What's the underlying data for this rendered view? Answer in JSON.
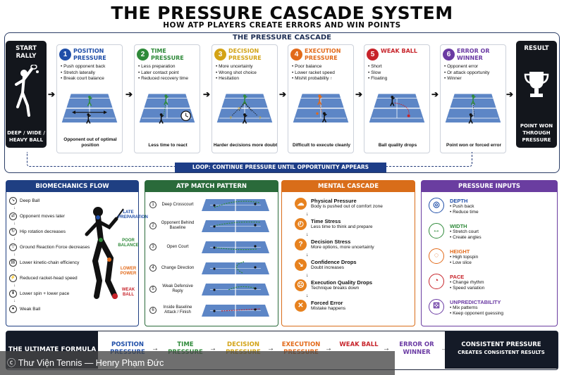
{
  "title": "THE PRESSURE CASCADE SYSTEM",
  "subtitle": "HOW ATP PLAYERS CREATE ERRORS AND WIN POINTS",
  "cascade_label": "THE PRESSURE CASCADE",
  "start": {
    "top": "START RALLY",
    "bottom": "DEEP / WIDE / HEAVY BALL"
  },
  "result": {
    "top": "RESULT",
    "bottom": "POINT WON THROUGH PRESSURE"
  },
  "stages": [
    {
      "num": "1",
      "title": "POSITION PRESSURE",
      "color": "#1f4ea8",
      "bullets": [
        "Push opponent back",
        "Stretch laterally",
        "Break court balance"
      ],
      "foot": "Opponent out of optimal position",
      "icon": "court-position"
    },
    {
      "num": "2",
      "title": "TIME PRESSURE",
      "color": "#2f8a3a",
      "bullets": [
        "Less preparation",
        "Later contact point",
        "Reduced recovery time"
      ],
      "foot": "Less time to react",
      "icon": "clock-icon"
    },
    {
      "num": "3",
      "title": "DECISION PRESSURE",
      "color": "#d3a316",
      "bullets": [
        "More uncertainty",
        "Wrong shot choice",
        "Hesitation"
      ],
      "foot": "Harder decisions more doubt",
      "icon": "question-icon"
    },
    {
      "num": "4",
      "title": "EXECUTION PRESSURE",
      "color": "#e26a1a",
      "bullets": [
        "Poor balance",
        "Lower racket speed",
        "Mishit probability ↑"
      ],
      "foot": "Difficult to execute cleanly",
      "icon": "court-execution"
    },
    {
      "num": "5",
      "title": "WEAK BALL",
      "color": "#c7242b",
      "bullets": [
        "Short",
        "Slow",
        "Floating"
      ],
      "foot": "Ball quality drops",
      "icon": "court-weak-ball"
    },
    {
      "num": "6",
      "title": "ERROR OR WINNER",
      "color": "#6a3aa3",
      "bullets": [
        "Opponent error",
        "Or attack opportunity",
        "Winner"
      ],
      "foot": "Point won or forced error",
      "icon": "court-winner"
    }
  ],
  "loop_label": "LOOP: CONTINUE PRESSURE UNTIL OPPORTUNITY APPEARS",
  "biomechanics": {
    "title": "BIOMECHANICS FLOW",
    "items": [
      "Deep Ball",
      "Opponent moves later",
      "Hip rotation decreases",
      "Ground Reaction Force decreases",
      "Lower kinetic-chain efficiency",
      "Reduced racket-head speed",
      "Lower spin + lower pace",
      "Weak Ball"
    ],
    "labels": [
      {
        "text": "LATE PREPARATION",
        "color": "#1f4ea8"
      },
      {
        "text": "POOR BALANCE",
        "color": "#2f8a3a"
      },
      {
        "text": "LOWER POWER",
        "color": "#e26a1a"
      },
      {
        "text": "WEAK BALL",
        "color": "#c7242b"
      }
    ]
  },
  "atp_pattern": {
    "title": "ATP MATCH PATTERN",
    "items": [
      {
        "num": "1",
        "text": "Deep Crosscourt"
      },
      {
        "num": "2",
        "text": "Opponent Behind Baseline"
      },
      {
        "num": "3",
        "text": "Open Court"
      },
      {
        "num": "4",
        "text": "Change Direction"
      },
      {
        "num": "5",
        "text": "Weak Defensive Reply"
      },
      {
        "num": "6",
        "text": "Inside Baseline Attack / Finish"
      }
    ]
  },
  "mental": {
    "title": "MENTAL CASCADE",
    "items": [
      {
        "title": "Physical Pressure",
        "sub": "Body is pushed out of comfort zone",
        "icon": "brain-icon"
      },
      {
        "title": "Time Stress",
        "sub": "Less time to think and prepare",
        "icon": "clock-icon"
      },
      {
        "title": "Decision Stress",
        "sub": "More options, more uncertainty",
        "icon": "question-icon"
      },
      {
        "title": "Confidence Drops",
        "sub": "Doubt increases",
        "icon": "chart-down-icon"
      },
      {
        "title": "Execution Quality Drops",
        "sub": "Technique breaks down",
        "icon": "sad-face-icon"
      },
      {
        "title": "Forced Error",
        "sub": "Mistake happens",
        "icon": "x-icon"
      }
    ]
  },
  "inputs": {
    "title": "PRESSURE INPUTS",
    "items": [
      {
        "title": "DEPTH",
        "bullets": [
          "Push back",
          "Reduce time"
        ],
        "color": "#1f4ea8",
        "icon": "target-icon"
      },
      {
        "title": "WIDTH",
        "bullets": [
          "Stretch court",
          "Create angles"
        ],
        "color": "#2f8a3a",
        "icon": "arrows-horizontal-icon"
      },
      {
        "title": "HEIGHT",
        "bullets": [
          "High topspin",
          "Low slice"
        ],
        "color": "#e26a1a",
        "icon": "spin-icon"
      },
      {
        "title": "PACE",
        "bullets": [
          "Change rhythm",
          "Speed variation"
        ],
        "color": "#c7242b",
        "icon": "speedometer-icon"
      },
      {
        "title": "UNPREDICTABILITY",
        "bullets": [
          "Mix patterns",
          "Keep opponent guessing"
        ],
        "color": "#6a3aa3",
        "icon": "dice-icon"
      }
    ]
  },
  "formula": {
    "label": "THE ULTIMATE FORMULA",
    "items": [
      {
        "text": "POSITION PRESSURE",
        "color": "#1f4ea8"
      },
      {
        "text": "TIME PRESSURE",
        "color": "#2f8a3a"
      },
      {
        "text": "DECISION PRESSURE",
        "color": "#d3a316"
      },
      {
        "text": "EXECUTION PRESSURE",
        "color": "#e26a1a"
      },
      {
        "text": "WEAK BALL",
        "color": "#c7242b"
      },
      {
        "text": "ERROR OR WINNER",
        "color": "#6a3aa3"
      }
    ],
    "result_a": "CONSISTENT PRESSURE",
    "result_b": "CREATES CONSISTENT RESULTS"
  },
  "credit": "ⓒ Thư Viện Tennis — Henry Phạm Đức"
}
